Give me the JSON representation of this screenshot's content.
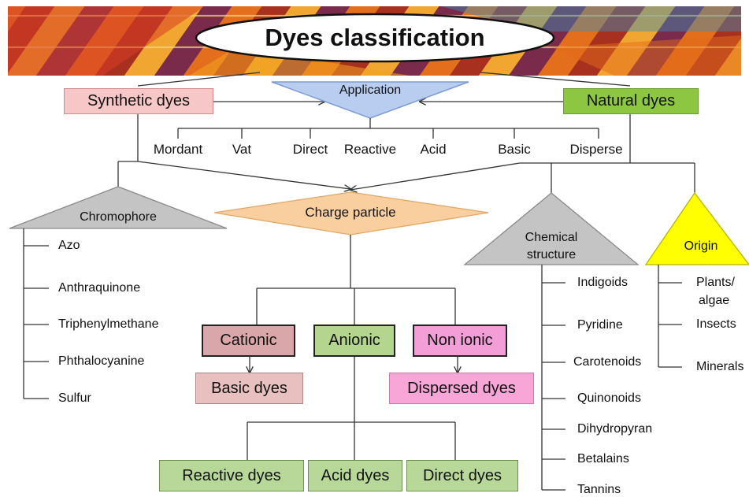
{
  "title": "Dyes classification",
  "top_sources": {
    "synthetic": "Synthetic dyes",
    "application": "Application",
    "natural": "Natural dyes"
  },
  "application_types": [
    "Mordant",
    "Vat",
    "Direct",
    "Reactive",
    "Acid",
    "Basic",
    "Disperse"
  ],
  "chromophore": {
    "label": "Chromophore",
    "items": [
      "Azo",
      "Anthraquinone",
      "Triphenylmethane",
      "Phthalocyanine",
      "Sulfur"
    ]
  },
  "charge_particle": {
    "label": "Charge particle",
    "cationic": "Cationic",
    "anionic": "Anionic",
    "nonionic": "Non ionic",
    "basic_dyes": "Basic dyes",
    "dispersed_dyes": "Dispersed dyes",
    "anionic_children": [
      "Reactive dyes",
      "Acid dyes",
      "Direct dyes"
    ]
  },
  "chemical_structure": {
    "label_line1": "Chemical",
    "label_line2": "structure",
    "items": [
      "Indigoids",
      "Pyridine",
      "Carotenoids",
      "Quinonoids",
      "Dihydropyran",
      "Betalains",
      "Tannins"
    ]
  },
  "origin": {
    "label": "Origin",
    "items": [
      "Plants/",
      "algae",
      "Insects",
      "Minerals"
    ]
  },
  "colors": {
    "synthetic_fill": "#f7c6c7",
    "synthetic_border": "#d48a8c",
    "natural_fill": "#8dc641",
    "application_fill": "#b9cdf0",
    "charge_fill": "#f9cf9f",
    "chromophore_fill": "#c4c4c4",
    "origin_fill": "#ffff00",
    "cationic_fill": "#d9a7a9",
    "anionic_fill": "#b4d58d",
    "nonionic_fill": "#f39ed6",
    "basic_fill": "#e9c0c0",
    "dispersed_fill": "#f8a6d8",
    "green_box_fill": "#b8d89a"
  }
}
